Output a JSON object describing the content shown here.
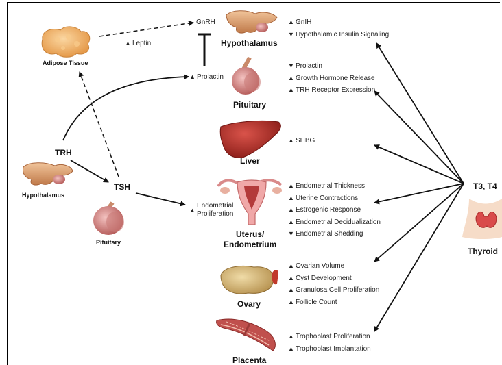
{
  "organs": {
    "hypothalamus_top": "Hypothalamus",
    "pituitary_top": "Pituitary",
    "liver": "Liver",
    "uterus_line1": "Uterus/",
    "uterus_line2": "Endometrium",
    "ovary": "Ovary",
    "placenta": "Placenta",
    "thyroid": "Thyroid",
    "adipose": "Adipose Tissue",
    "hypothalamus_left": "Hypothalamus",
    "pituitary_left": "Pituitary"
  },
  "hormones": {
    "gnrh": "GnRH",
    "leptin": "Leptin",
    "prolactin": "Prolactin",
    "trh": "TRH",
    "tsh": "TSH",
    "t3t4": "T3, T4",
    "endometrial_proliferation_1": "Endometrial",
    "endometrial_proliferation_2": "Proliferation"
  },
  "effects": {
    "hypothalamus": [
      {
        "dir": "up",
        "text": "GnIH"
      },
      {
        "dir": "down",
        "text": "Hypothalamic Insulin Signaling"
      }
    ],
    "pituitary": [
      {
        "dir": "down",
        "text": "Prolactin"
      },
      {
        "dir": "up",
        "text": "Growth Hormone Release"
      },
      {
        "dir": "up",
        "text": "TRH Receptor Expression"
      }
    ],
    "liver": [
      {
        "dir": "up",
        "text": "SHBG"
      }
    ],
    "uterus": [
      {
        "dir": "up",
        "text": "Endometrial Thickness"
      },
      {
        "dir": "up",
        "text": "Uterine Contractions"
      },
      {
        "dir": "up",
        "text": "Estrogenic Response"
      },
      {
        "dir": "up",
        "text": "Endometrial Decidualization"
      },
      {
        "dir": "down",
        "text": "Endometrial Shedding"
      }
    ],
    "ovary": [
      {
        "dir": "up",
        "text": "Ovarian Volume"
      },
      {
        "dir": "up",
        "text": "Cyst Development"
      },
      {
        "dir": "up",
        "text": "Granulosa Cell Proliferation"
      },
      {
        "dir": "up",
        "text": "Follicle Count"
      }
    ],
    "placenta": [
      {
        "dir": "up",
        "text": "Trophoblast Proliferation"
      },
      {
        "dir": "up",
        "text": "Trophoblast Implantation"
      }
    ]
  }
}
